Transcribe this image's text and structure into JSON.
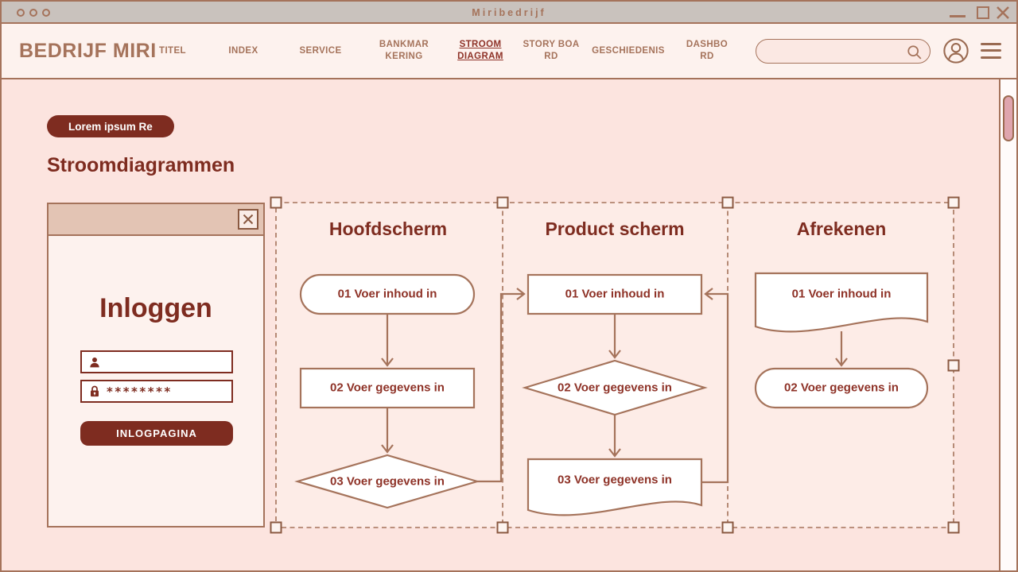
{
  "window": {
    "title": "Miribedrijf"
  },
  "navbar": {
    "logo": "BEDRIJF MIRI",
    "items": [
      {
        "label": "TITEL",
        "active": false
      },
      {
        "label": "INDEX",
        "active": false
      },
      {
        "label": "SERVICE",
        "active": false
      },
      {
        "label": "BANKMAR\nKERING",
        "active": false
      },
      {
        "label": "STROOM\nDIAGRAM",
        "active": true
      },
      {
        "label": "STORY BOA\nRD",
        "active": false
      },
      {
        "label": "GESCHIEDENIS",
        "active": false
      },
      {
        "label": "DASHBO\nRD",
        "active": false
      }
    ],
    "search": {
      "value": "",
      "placeholder": ""
    }
  },
  "page": {
    "badge": "Lorem ipsum Re",
    "title": "Stroomdiagrammen"
  },
  "login_window": {
    "title": "Inloggen",
    "username": {
      "value": ""
    },
    "password": {
      "value": "********"
    },
    "submit_label": "INLOGPAGINA"
  },
  "flowchart": {
    "columns": [
      {
        "title": "Hoofdscherm",
        "steps": [
          {
            "shape": "terminator",
            "label": "01 Voer inhoud in"
          },
          {
            "shape": "process",
            "label": "02 Voer gegevens in"
          },
          {
            "shape": "decision",
            "label": "03 Voer gegevens in"
          }
        ]
      },
      {
        "title": "Product scherm",
        "steps": [
          {
            "shape": "process",
            "label": "01 Voer inhoud in"
          },
          {
            "shape": "decision",
            "label": "02 Voer gegevens in"
          },
          {
            "shape": "document",
            "label": "03 Voer gegevens in"
          }
        ]
      },
      {
        "title": "Afrekenen",
        "steps": [
          {
            "shape": "document",
            "label": "01 Voer inhoud in"
          },
          {
            "shape": "terminator",
            "label": "02 Voer gegevens in"
          }
        ]
      }
    ]
  },
  "icons": {
    "traffic_lights": "three-hollow-circles",
    "minimize": "horizontal-bar",
    "maximize": "square-outline",
    "close": "x-mark",
    "search": "magnifier",
    "account": "person-in-circle",
    "menu": "hamburger",
    "username_field": "person-silhouette",
    "password_field": "padlock"
  },
  "colors": {
    "frame_brown": "#a5735b",
    "dark_maroon": "#7e2c20",
    "accent_red": "#8e3227",
    "titlebar_bg": "#c9c2bd",
    "nav_bg": "#fdf2ee",
    "main_bg": "#fce4df",
    "selection_bg": "#fdece7",
    "login_header_bg": "#e3c4b4",
    "scroll_thumb": "#dfa5ae"
  }
}
